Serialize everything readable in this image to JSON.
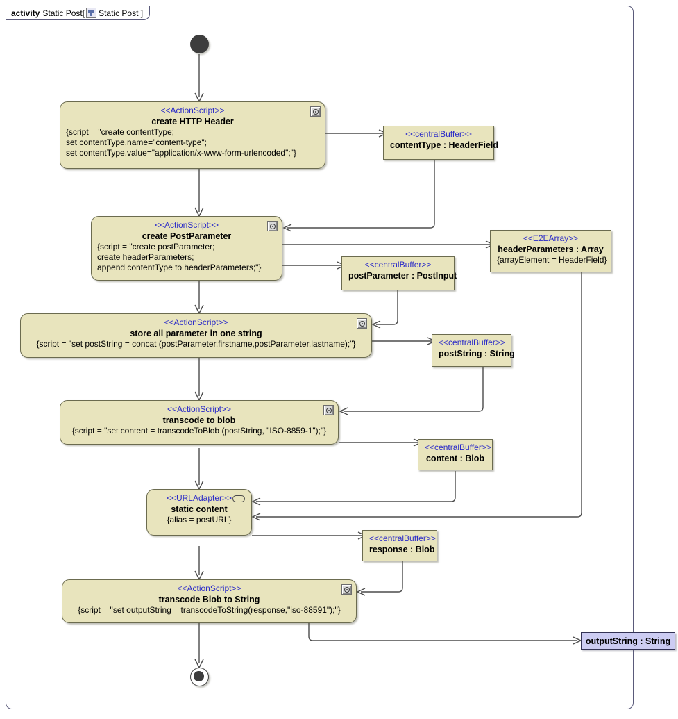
{
  "frame": {
    "keyword": "activity",
    "name": "Static Post[",
    "icon": "activity-diagram-icon",
    "inner_name": "Static Post ]"
  },
  "nodes": {
    "initial": {
      "name": "initial-node"
    },
    "final": {
      "name": "activity-final-node"
    },
    "create_http_header": {
      "stereotype": "<<ActionScript>>",
      "title": "create HTTP Header",
      "script": "{script = \"create contentType;\nset contentType.name=\"content-type\";\nset contentType.value=\"application/x-www-form-urlencoded\";\"}",
      "icon": "action-script-icon"
    },
    "content_type_buffer": {
      "stereotype": "<<centralBuffer>>",
      "title": "contentType : HeaderField"
    },
    "create_post_parameter": {
      "stereotype": "<<ActionScript>>",
      "title": "create PostParameter",
      "script": "{script = \"create postParameter;\ncreate headerParameters;\nappend contentType to headerParameters;\"}",
      "icon": "action-script-icon"
    },
    "post_parameter_buffer": {
      "stereotype": "<<centralBuffer>>",
      "title": "postParameter : PostInput"
    },
    "header_parameters_array": {
      "stereotype": "<<E2EArray>>",
      "title": "headerParameters : Array",
      "constraint": "{arrayElement = HeaderField}"
    },
    "store_all_parameter": {
      "stereotype": "<<ActionScript>>",
      "title": "store all parameter in one string",
      "script": "{script = \"set postString = concat (postParameter.firstname,postParameter.lastname);\"}",
      "icon": "action-script-icon"
    },
    "post_string_buffer": {
      "stereotype": "<<centralBuffer>>",
      "title": "postString : String"
    },
    "transcode_to_blob": {
      "stereotype": "<<ActionScript>>",
      "title": "transcode to blob",
      "script": "{script = \"set content = transcodeToBlob (postString, \"ISO-8859-1\");\"}",
      "icon": "action-script-icon"
    },
    "content_buffer": {
      "stereotype": "<<centralBuffer>>",
      "title": "content : Blob"
    },
    "static_content": {
      "stereotype": "<<URLAdapter>>",
      "title": "static content",
      "constraint": "{alias = postURL}",
      "icon": "url-adapter-icon"
    },
    "response_buffer": {
      "stereotype": "<<centralBuffer>>",
      "title": "response : Blob"
    },
    "transcode_blob_to_string": {
      "stereotype": "<<ActionScript>>",
      "title": "transcode Blob to String",
      "script": "{script = \"set outputString = transcodeToString(response,\"iso-88591\");\"}",
      "icon": "action-script-icon"
    },
    "output_string_pin": {
      "title": "outputString : String"
    }
  },
  "colors": {
    "node_fill": "#e8e4bd",
    "node_border": "#6b6b4f",
    "stereotype_text": "#2b2bc8",
    "pin_fill": "#ccccf2",
    "connector": "#4b4b4b",
    "frame_border": "#5a5a7a"
  }
}
